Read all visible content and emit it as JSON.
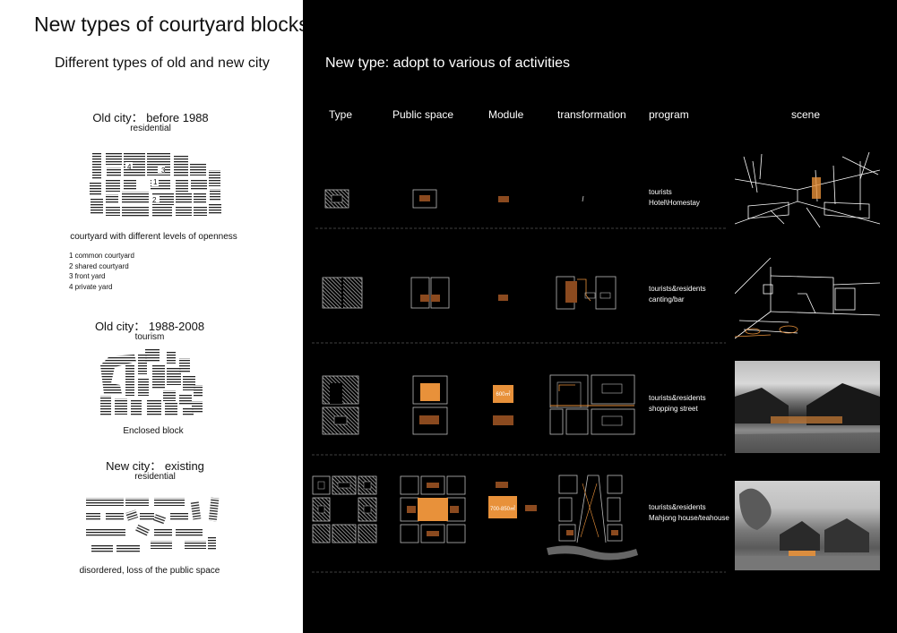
{
  "left": {
    "title": "New types of courtyard blocks",
    "subtitle": "Different types of old and new city",
    "sections": [
      {
        "heading": "Old city： before 1988",
        "sub": "residential",
        "caption": "courtyard with different levels of openness"
      },
      {
        "heading": "Old city： 1988-2008",
        "sub": "tourism",
        "caption": "Enclosed block"
      },
      {
        "heading": "New city： existing",
        "sub": "residential",
        "caption": "disordered, loss of the public space"
      }
    ],
    "legend": [
      "1  common courtyard",
      "2  shared courtyard",
      "3  front yard",
      "4  private yard"
    ],
    "plan_labels": [
      "4",
      "3",
      "1",
      "2"
    ]
  },
  "right": {
    "title": "New type: adopt to various of activities",
    "headers": [
      "Type",
      "Public space",
      "Module",
      "transformation",
      "program",
      "scene"
    ],
    "rows": [
      {
        "program": [
          "tourists",
          "Hotel\\Homestay"
        ]
      },
      {
        "program": [
          "tourists&residents",
          "canting/bar"
        ]
      },
      {
        "program": [
          "tourists&residents",
          "shopping street"
        ],
        "module_label": "600㎡"
      },
      {
        "program": [
          "tourists&residents",
          "Mahjong house/teahouse"
        ],
        "module_label": "700-850㎡"
      }
    ]
  },
  "colors": {
    "accent": "#e8913a",
    "brown": "#8b4a1f",
    "divider": "#555555"
  }
}
